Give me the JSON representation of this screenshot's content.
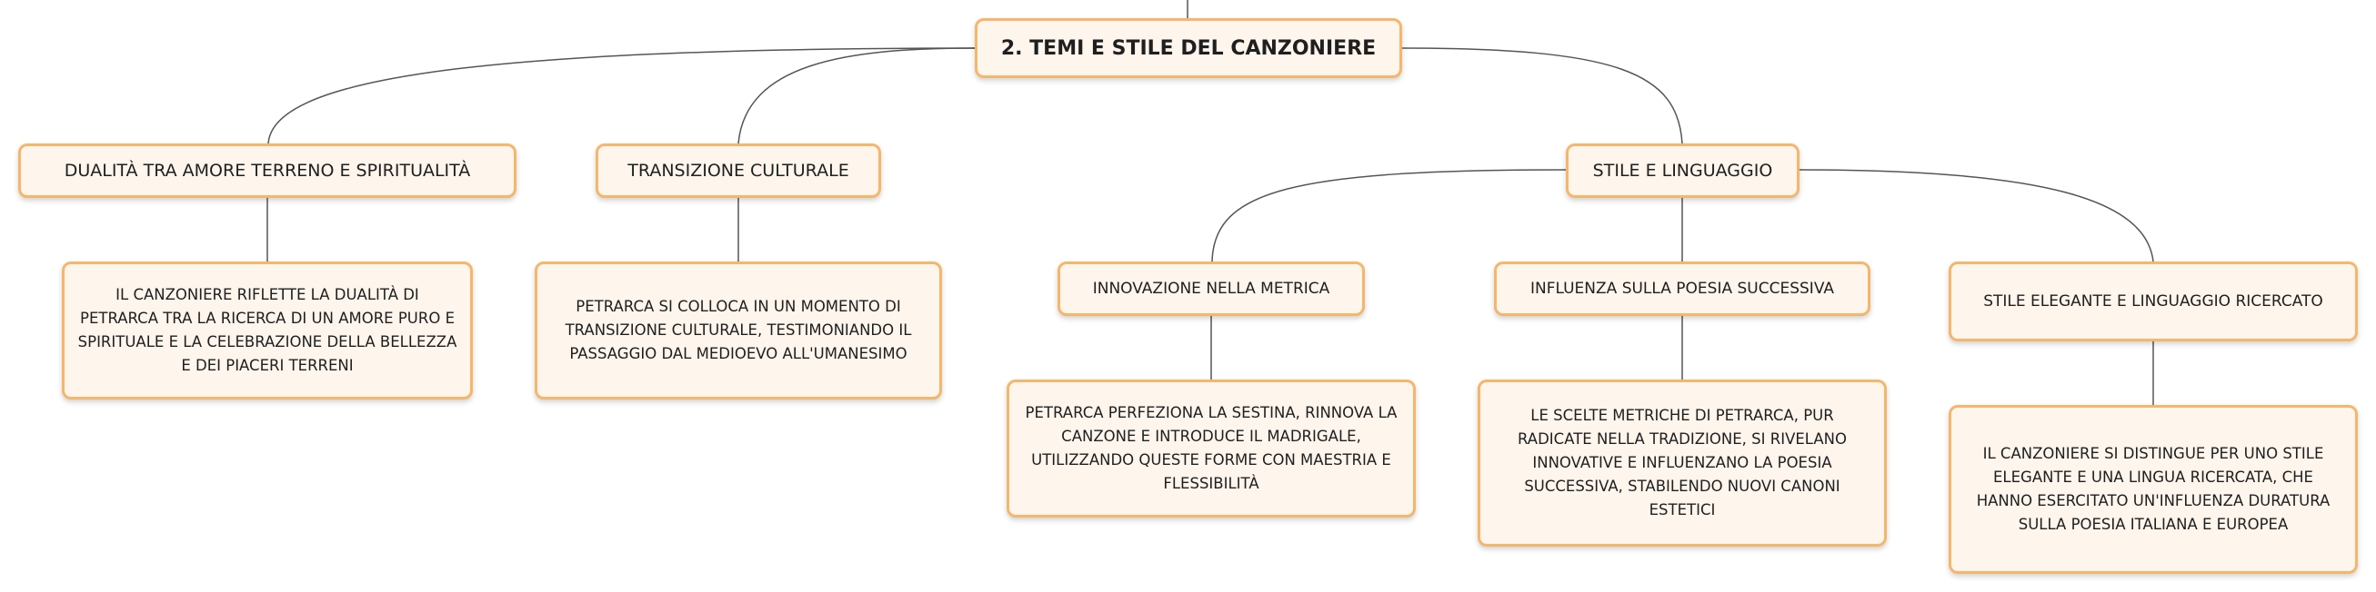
{
  "root": {
    "title": "2. TEMI E STILE DEL CANZONIERE"
  },
  "branches": {
    "dualita": {
      "label": "DUALITÀ TRA AMORE TERRENO E SPIRITUALITÀ",
      "detail": "IL CANZONIERE RIFLETTE LA DUALITÀ DI PETRARCA TRA LA RICERCA DI UN AMORE PURO E SPIRITUALE E LA CELEBRAZIONE DELLA BELLEZZA E DEI PIACERI TERRENI"
    },
    "transizione": {
      "label": "TRANSIZIONE CULTURALE",
      "detail": "PETRARCA SI COLLOCA IN UN MOMENTO DI TRANSIZIONE CULTURALE, TESTIMONIANDO IL PASSAGGIO DAL MEDIOEVO ALL'UMANESIMO"
    },
    "stile": {
      "label": "STILE E LINGUAGGIO",
      "children": {
        "metrica": {
          "label": "INNOVAZIONE NELLA METRICA",
          "detail": "PETRARCA PERFEZIONA LA SESTINA, RINNOVA LA CANZONE E INTRODUCE IL MADRIGALE, UTILIZZANDO QUESTE FORME CON MAESTRIA E FLESSIBILITÀ"
        },
        "influenza": {
          "label": "INFLUENZA SULLA POESIA SUCCESSIVA",
          "detail": "LE SCELTE METRICHE DI PETRARCA, PUR RADICATE NELLA TRADIZIONE, SI RIVELANO INNOVATIVE E INFLUENZANO LA POESIA SUCCESSIVA, STABILENDO NUOVI CANONI ESTETICI"
        },
        "elegante": {
          "label": "STILE ELEGANTE E LINGUAGGIO RICERCATO",
          "detail": "IL CANZONIERE SI DISTINGUE PER UNO STILE ELEGANTE E UNA LINGUA RICERCATA, CHE HANNO ESERCITATO UN'INFLUENZA DURATURA SULLA POESIA ITALIANA E EUROPEA"
        }
      }
    }
  },
  "colors": {
    "node_fill": "#fef5ec",
    "node_border": "#f5b66b",
    "connector": "#555555"
  }
}
